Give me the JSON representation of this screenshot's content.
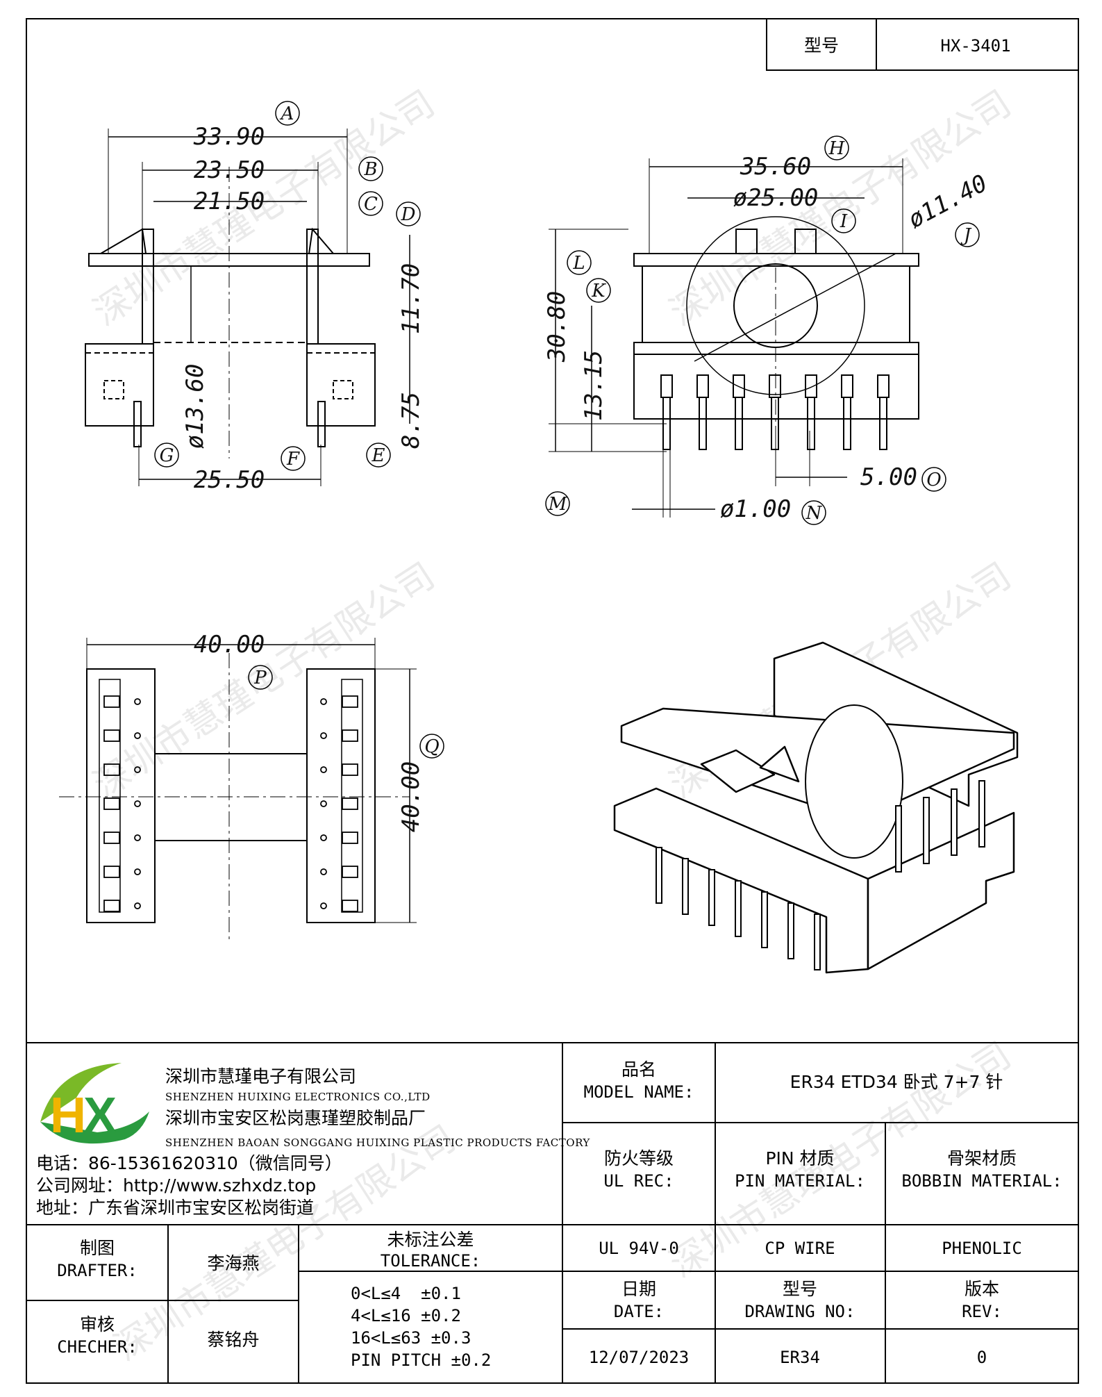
{
  "header": {
    "model_label": "型号",
    "model_value": "HX-3401"
  },
  "drawing": {
    "view_front": {
      "dims": {
        "A": "33.90",
        "B": "23.50",
        "C": "21.50",
        "D": "11.70",
        "E": "8.75",
        "F": "25.50",
        "G": "ø13.60"
      },
      "letters": [
        "A",
        "B",
        "C",
        "D",
        "E",
        "F",
        "G"
      ]
    },
    "view_side": {
      "dims": {
        "H": "35.60",
        "I": "ø25.00",
        "J": "ø11.40",
        "L": "30.80",
        "K": "13.15",
        "O": "5.00",
        "N": "ø1.00"
      },
      "letters": [
        "H",
        "I",
        "J",
        "K",
        "L",
        "M",
        "N",
        "O"
      ]
    },
    "view_bottom": {
      "dims": {
        "P": "40.00",
        "Q": "40.00"
      },
      "letters": [
        "P",
        "Q"
      ]
    },
    "watermark": "深圳市慧瑾电子有限公司"
  },
  "company": {
    "logo_text": "HX",
    "name_cn": "深圳市慧瑾电子有限公司",
    "name_en": "SHENZHEN HUIXING ELECTRONICS CO.,LTD",
    "factory_cn": "深圳市宝安区松岗惠瑾塑胶制品厂",
    "factory_en": "SHENZHEN BAOAN SONGGANG HUIXING PLASTIC PRODUCTS FACTORY",
    "phone": "电话：86-15361620310（微信同号）",
    "website": "公司网址：http://www.szhxdz.top",
    "address": "地址：广东省深圳市宝安区松岗街道"
  },
  "title_block": {
    "model_name_cn": "品名",
    "model_name_en": "MODEL NAME:",
    "model_name_value": "ER34 ETD34 卧式 7+7 针",
    "ul_cn": "防火等级",
    "ul_en": "UL REC:",
    "pin_cn": "PIN 材质",
    "pin_en": "PIN MATERIAL:",
    "bobbin_cn": "骨架材质",
    "bobbin_en": "BOBBIN MATERIAL:",
    "ul_value": "UL 94V-0",
    "pin_value": "CP WIRE",
    "bobbin_value": "PHENOLIC",
    "drafter_cn": "制图",
    "drafter_en": "DRAFTER:",
    "drafter_value": "李海燕",
    "checker_cn": "审核",
    "checker_en": "CHECHER:",
    "checker_value": "蔡铭舟",
    "tolerance_cn": "未标注公差",
    "tolerance_en": "TOLERANCE:",
    "tolerance_lines": [
      "0<L≤4  ±0.1",
      "4<L≤16 ±0.2",
      "16<L≤63 ±0.3",
      "PIN PITCH ±0.2"
    ],
    "date_cn": "日期",
    "date_en": "DATE:",
    "date_value": "12/07/2023",
    "drawing_no_cn": "型号",
    "drawing_no_en": "DRAWING NO:",
    "drawing_no_value": "ER34",
    "rev_cn": "版本",
    "rev_en": "REV:",
    "rev_value": "0"
  }
}
